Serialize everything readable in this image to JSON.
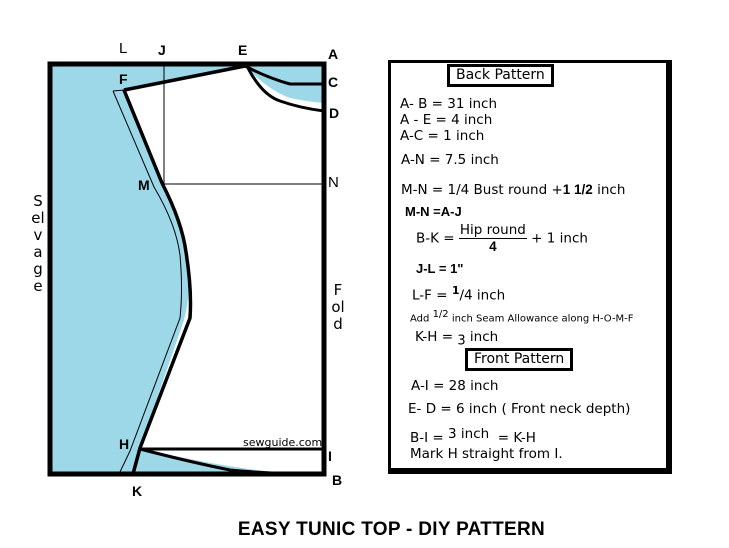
{
  "colors": {
    "fabric": "#9dd8e8",
    "line": "#000000",
    "background": "#ffffff"
  },
  "diagram": {
    "points": {
      "A": "A",
      "B": "B",
      "C": "C",
      "D": "D",
      "E": "E",
      "F": "F",
      "H": "H",
      "I": "I",
      "J": "J",
      "K": "K",
      "L": "L",
      "M": "M",
      "N": "N"
    },
    "selvage_label": "Selvage",
    "fold_label": "Fold",
    "watermark": "sewguide.com"
  },
  "panel": {
    "back_heading": "Back Pattern",
    "lines": [
      "A- B =  31 inch",
      "A - E = 4  inch",
      "A-C = 1 inch",
      "A-N =  7.5 inch",
      "M-N = 1/4 Bust round +",
      "M-N =A-J",
      "B-K =",
      "J-L = 1\"",
      "L-F = ",
      "Add",
      "K-H = ",
      "A-I = 28 inch",
      "E- D = 6 inch ( Front neck depth)",
      "B-I = ",
      "Mark H straight from I."
    ],
    "mn_bold_part": "1 1/2",
    "mn_suffix": " inch",
    "bk_numerator": "Hip round",
    "bk_denominator": "4",
    "bk_suffix": "+  1 inch",
    "lf_superscript": "1",
    "lf_rest": "/4  inch",
    "seam_small": "1/2",
    "seam_text": "  inch Seam Allowance along H-O-M-F",
    "kh_sub": "3",
    "kh_rest": " inch",
    "front_heading": "Front Pattern",
    "bi_value": "3 inch",
    "bi_suffix": "= K-H"
  },
  "title": "EASY TUNIC TOP - DIY PATTERN"
}
